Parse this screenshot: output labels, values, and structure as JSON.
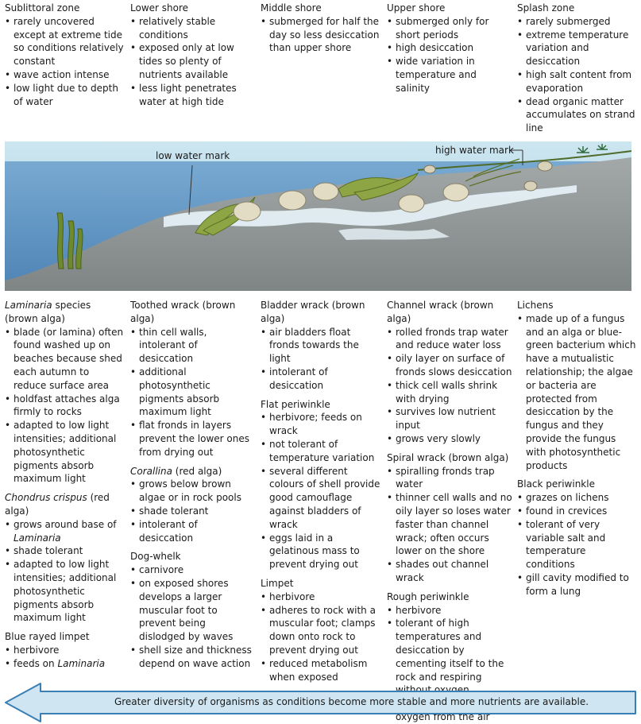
{
  "zones": [
    {
      "title": "Sublittoral zone",
      "bullets": [
        "rarely uncovered except at extreme tide so conditions relatively constant",
        "wave action intense",
        "low light due to depth of water"
      ]
    },
    {
      "title": "Lower shore",
      "bullets": [
        "relatively stable conditions",
        "exposed only at low tides so plenty of nutrients available",
        "less light penetrates water at high tide"
      ]
    },
    {
      "title": "Middle shore",
      "bullets": [
        "submerged for half the day so less desiccation than upper shore"
      ]
    },
    {
      "title": "Upper shore",
      "bullets": [
        "submerged only for short periods",
        "high desiccation",
        "wide variation in temperature and salinity"
      ]
    },
    {
      "title": "Splash zone",
      "bullets": [
        "rarely submerged",
        "extreme temperature variation and desiccation",
        "high salt content from evaporation",
        "dead organic matter accumulates on strand line"
      ]
    }
  ],
  "scene": {
    "low_water_mark": "low water mark",
    "high_water_mark": "high water mark",
    "colors": {
      "sky_top": "#c9e3ee",
      "sky_bottom": "#9fcde0",
      "sea": "#5f95c6",
      "rock": "#8c9292",
      "wave": "#e8f4fa",
      "algae": "#7f9a3a",
      "algae_dark": "#566d22",
      "shell": "#e2dcc4"
    }
  },
  "organisms": [
    [
      {
        "title_italic": "Laminaria",
        "title_rest": " species (brown alga)",
        "bullets": [
          "blade (or lamina) often found washed up on beaches because shed each autumn to reduce surface area",
          "holdfast attaches alga firmly to rocks",
          "adapted to low light intensities; additional photosynthetic pigments absorb maximum light"
        ]
      },
      {
        "title_italic": "Chondrus crispus",
        "title_rest": " (red alga)",
        "bullets": [
          "grows around base of",
          "shade tolerant",
          "adapted to low light intensities; additional photosynthetic pigments absorb maximum light"
        ],
        "bullet0_italic": "Laminaria"
      },
      {
        "title": "Blue rayed limpet",
        "bullets": [
          "herbivore",
          "feeds on"
        ],
        "bullet1_italic": "Laminaria"
      }
    ],
    [
      {
        "title": "Toothed wrack (brown alga)",
        "bullets": [
          "thin cell walls, intolerant of desiccation",
          "additional photosynthetic pigments absorb maximum light",
          "flat fronds in layers prevent the lower ones from drying out"
        ]
      },
      {
        "title_italic": "Corallina",
        "title_rest": " (red alga)",
        "bullets": [
          "grows below brown algae or in rock pools",
          "shade tolerant",
          "intolerant of desiccation"
        ]
      },
      {
        "title": "Dog-whelk",
        "bullets": [
          "carnivore",
          "on exposed shores develops a larger muscular foot to prevent being dislodged by waves",
          "shell size and thickness depend on wave action"
        ]
      }
    ],
    [
      {
        "title": "Bladder wrack (brown alga)",
        "bullets": [
          "air bladders float fronds towards the light",
          "intolerant of desiccation"
        ]
      },
      {
        "title": "Flat periwinkle",
        "bullets": [
          "herbivore; feeds on wrack",
          "not tolerant of temperature variation",
          "several different colours of shell provide good camouflage against bladders of wrack",
          "eggs laid in a gelatinous mass to prevent drying out"
        ]
      },
      {
        "title": "Limpet",
        "bullets": [
          "herbivore",
          "adheres to rock with a muscular foot; clamps down onto rock to prevent drying out",
          "reduced metabolism when exposed"
        ]
      }
    ],
    [
      {
        "title": "Channel wrack (brown alga)",
        "bullets": [
          "rolled fronds trap water and reduce water loss",
          "oily layer on surface of fronds slows desiccation",
          "thick cell walls shrink with drying",
          "survives low nutrient input",
          "grows very slowly"
        ]
      },
      {
        "title": "Spiral wrack (brown alga)",
        "bullets": [
          "spiralling fronds trap water",
          "thinner cell walls and no oily layer so loses water faster than channel wrack; often occurs lower on the shore",
          "shades out channel wrack"
        ]
      },
      {
        "title": "Rough periwinkle",
        "bullets": [
          "herbivore",
          "tolerant of high temperatures and desiccation by cementing itself to the rock and respiring without oxygen",
          "gills modified to absorb oxygen from the air"
        ]
      }
    ],
    [
      {
        "title": "Lichens",
        "bullets": [
          "made up of a fungus and an alga or blue-green bacterium which have a mutualistic relationship; the algae or bacteria are protected from desiccation by the fungus and they provide the fungus with photosynthetic products"
        ]
      },
      {
        "title": "Black periwinkle",
        "bullets": [
          "grazes on lichens",
          "found in crevices",
          "tolerant of very variable salt and temperature conditions",
          "gill cavity modified to form a lung"
        ]
      }
    ]
  ],
  "arrow": {
    "text": "Greater diversity of organisms as conditions become more stable and more nutrients are available.",
    "color_fill": "#cfe6f2",
    "color_stroke": "#3a7fb3"
  }
}
